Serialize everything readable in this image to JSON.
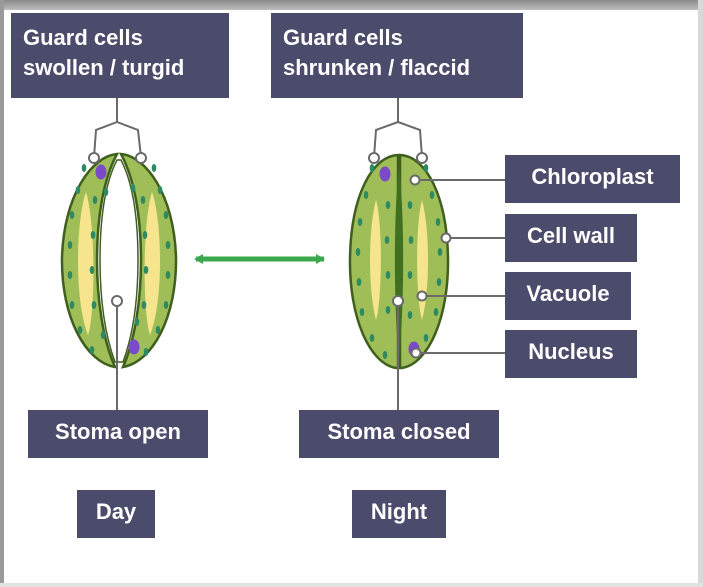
{
  "left_cell": {
    "top_label_line1": "Guard cells",
    "top_label_line2": "swollen / turgid",
    "bottom_label": "Stoma open",
    "time_label": "Day"
  },
  "right_cell": {
    "top_label_line1": "Guard cells",
    "top_label_line2": "shrunken / flaccid",
    "bottom_label": "Stoma closed",
    "time_label": "Night"
  },
  "parts": {
    "chloroplast": "Chloroplast",
    "cell_wall": "Cell wall",
    "vacuole": "Vacuole",
    "nucleus": "Nucleus"
  },
  "colors": {
    "label_bg": "#4b4b6b",
    "label_text": "#ffffff",
    "cell_fill": "#9fbe57",
    "cell_outline": "#3f5f1f",
    "chloroplast": "#2e8a63",
    "vacuole": "#f6e58d",
    "nucleus": "#7a4ac8",
    "arrow": "#3ca84d",
    "leader_line": "#6a6a6a"
  },
  "icons": {
    "transition_arrow": "double-headed-arrow-icon"
  }
}
